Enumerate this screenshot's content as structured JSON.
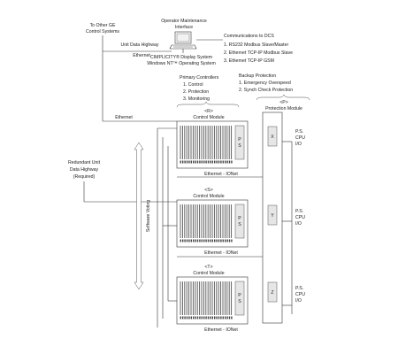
{
  "labels": {
    "to_other_ge": [
      "To Other GE",
      "Control Systems"
    ],
    "operator_interface": [
      "Operator Maintenance",
      "Interface"
    ],
    "unit_data_highway": "Unit Data Highway",
    "ethernet_top": "Ethernet",
    "cimplicity": [
      "CIMPLICITY® Display System",
      "Windows NT™ Operating System"
    ],
    "dcs": {
      "title": "Communications to DCS",
      "items": [
        "1. RS232 Modbus Slave/Master",
        "2. Ethernet TCP-IP Modbus Slave",
        "3. Ethernet TCP-IP GSM"
      ]
    },
    "primary_controllers": {
      "title": "Primary Controllers",
      "items": [
        "1. Control",
        "2. Protection",
        "3. Monitoring"
      ]
    },
    "backup_protection": {
      "title": "Backup Protection",
      "items": [
        "1. Emergency Overspeed",
        "2. Synch Check Protection"
      ]
    },
    "ethernet_left": "Ethernet",
    "redundant": [
      "Redundant Unit",
      "Data Highway",
      "(Required)"
    ],
    "software_voting": "Software Voting",
    "protection_module": {
      "tag": "<P>",
      "name": "Protection Module"
    }
  },
  "modules": [
    {
      "tag": "<R>",
      "name": "Control Module",
      "ps": [
        "P",
        "S"
      ],
      "bus": "Ethernet - IONet",
      "prot_letter": "X",
      "prot_side": [
        "P.S.",
        "CPU",
        "I/O"
      ]
    },
    {
      "tag": "<S>",
      "name": "Control Module",
      "ps": [
        "P",
        "S"
      ],
      "bus": "Ethernet - IONet",
      "prot_letter": "Y",
      "prot_side": [
        "P.S.",
        "CPU",
        "I/O"
      ]
    },
    {
      "tag": "<T>",
      "name": "Control Module",
      "ps": [
        "P",
        "S"
      ],
      "bus": "Ethernet - IONet",
      "prot_letter": "Z",
      "prot_side": [
        "P.S.",
        "CPU",
        "I/O"
      ]
    }
  ]
}
